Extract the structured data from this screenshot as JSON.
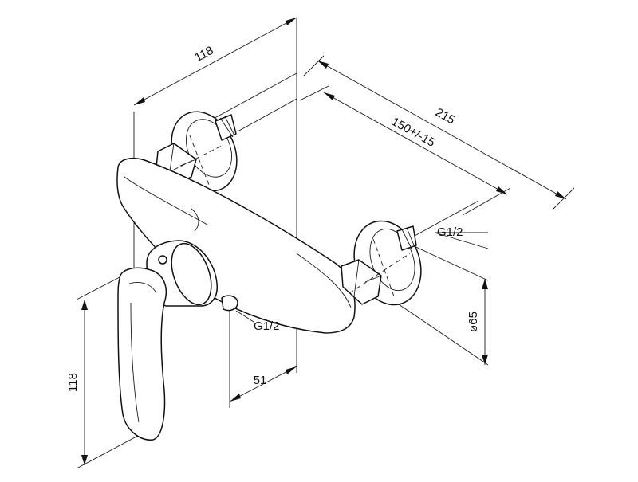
{
  "diagram": {
    "dimensions": {
      "top_width": "118",
      "overall_length": "215",
      "center_distance": "150+/-15",
      "side_height": "118",
      "bottom_offset": "51",
      "rosette_diameter": "ø65"
    },
    "thread_labels": {
      "right_inlet": "G1/2",
      "bottom_outlet": "G1/2"
    }
  }
}
